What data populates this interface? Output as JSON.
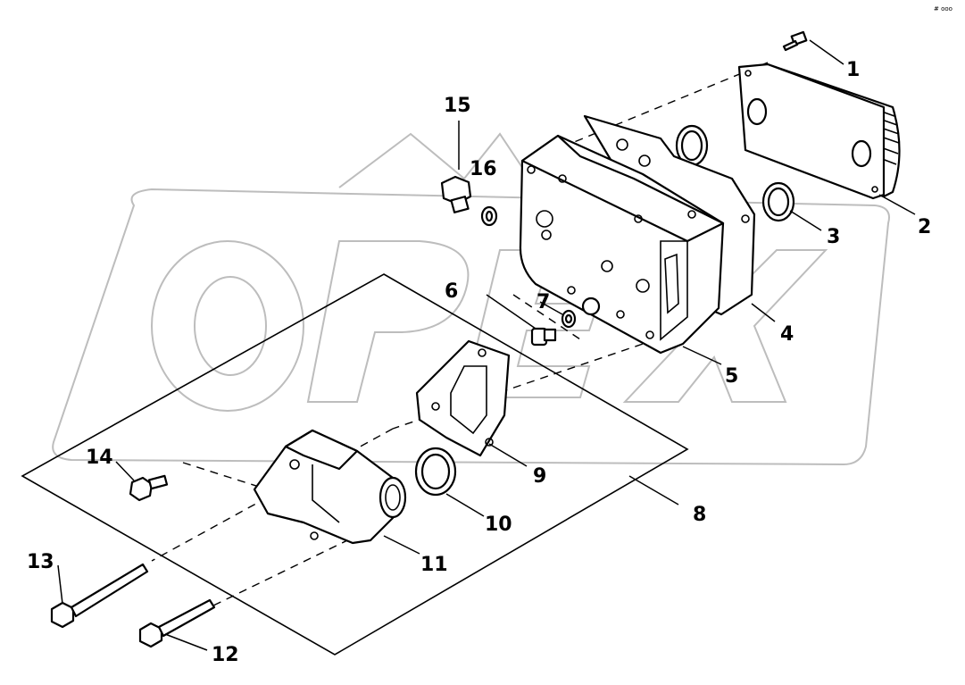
{
  "callouts": {
    "c1": "1",
    "c2": "2",
    "c3": "3",
    "c4": "4",
    "c5": "5",
    "c6": "6",
    "c7": "7",
    "c8": "8",
    "c9": "9",
    "c10": "10",
    "c11": "11",
    "c12": "12",
    "c13": "13",
    "c14": "14",
    "c15": "15",
    "c16": "16"
  },
  "corner_code": "# ooo",
  "watermark": {
    "letters": [
      "O",
      "P",
      "E",
      "X"
    ],
    "color": "#bdbdbd"
  }
}
